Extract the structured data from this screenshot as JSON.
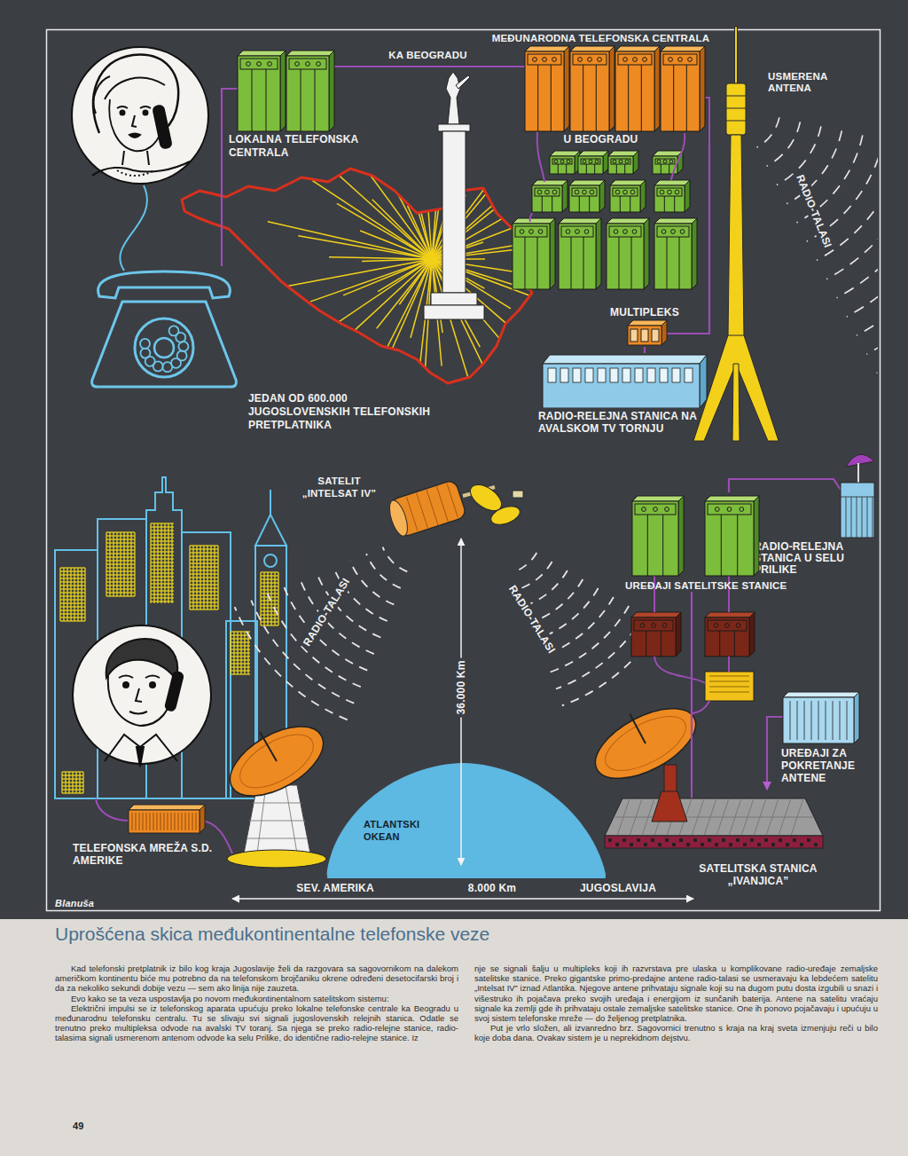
{
  "diagram": {
    "caption": "Uprošćena skica međukontinentalne telefonske veze",
    "nodes": [
      {
        "text": [
          "LOKALNA TELEFONSKA CENTRALA"
        ]
      },
      {
        "text": [
          "MEĐUNARODNA TELEFONSKA CENTRALA",
          "U BEOGRADU"
        ]
      },
      {
        "text": [
          "JEDAN OD 600.000 JUGOSLOVENSKIH TELEFONSKIH PRETPLATNIKA"
        ]
      },
      {
        "text": [
          "MULTIPLEKS"
        ]
      },
      {
        "text": [
          "RADIO-RELEJNA STANICA NA AVALSKOM TV TORNJU"
        ]
      },
      {
        "text": [
          "SATELIT „INTELSAT IV”"
        ]
      },
      {
        "text": [
          "RADIO-RELEJNA STANICA U SELU PRILIKE"
        ]
      },
      {
        "text": [
          "UREĐAJI SATELITSKE STANICE"
        ]
      },
      {
        "text": [
          "UREĐAJI ZA POKRETANJE ANTENE"
        ]
      },
      {
        "text": [
          "TELEFONSKA MREŽA S.D. AMERIKE"
        ]
      },
      {
        "text": [
          "SATELITSKA STANICA „IVANJICA”"
        ]
      }
    ],
    "edges": [
      {
        "from": 2,
        "to": 0,
        "arrow": "none"
      },
      {
        "from": 0,
        "to": 1,
        "label": "KA BEOGRADU",
        "arrow": "none"
      },
      {
        "from": 1,
        "to": 3,
        "arrow": "none"
      },
      {
        "from": 3,
        "to": 4,
        "arrow": "none"
      },
      {
        "from": 6,
        "to": 7,
        "arrow": "none"
      },
      {
        "from": 7,
        "to": 10,
        "arrow": "none"
      },
      {
        "from": 8,
        "to": 10,
        "arrow": "to"
      }
    ],
    "labels": [
      "USMERENA ANTENA",
      "RADIO-TALASI",
      "RADIO-TALASI",
      "36.000 Km",
      "RADIO-TALASI",
      "ATLANTSKI OKEAN",
      "SEV. AMERIKA",
      "8.000 Km",
      "JUGOSLAVIJA",
      "Blanuša",
      "Kad telefonski pretplatnik iz bilo kog kraja Jugoslavije želi da razgovara sa sagovornikom na dalekom američkom kontinentu biće mu potrebno da na telefonskom brojčaniku okrene određeni desetocifarski broj i da za nekoliko sekundi dobije vezu — sem ako linija nije zauzeta.",
      "Evo kako se ta veza uspostavlja po novom međukontinentalnom satelitskom sistemu:",
      "Električni impulsi se iz telefonskog aparata upućuju preko lokalne telefonske centrale ka Beogradu u međunarodnu telefonsku centralu. Tu se slivaju svi signali jugoslovenskih relejnih stanica. Odatle se trenutno preko multipleksa odvode na avalski TV toranj. Sa njega se preko radio-relejne stanice, radio-talasima signali usmerenom antenom odvode ka selu Prilike, do identične radio-relejne stanice. Iz",
      "nje se signali šalju u multipleks koji ih razvrstava pre ulaska u komplikovane radio-uređaje zemaljske satelitske stanice. Preko gigantske primo-predajne antene radio-talasi se usmeravaju ka lebdećem satelitu „Intelsat IV” iznad Atlantika. Njegove antene prihvataju signale koji su na dugom putu dosta izgubili u snazi i višestruko ih pojačava preko svojih uređaja i energijom iz sunčanih baterija. Antene na satelitu vraćaju signale ka zemlji gde ih prihvataju ostale zemaljske satelitske stanice. One ih ponovo pojačavaju i upućuju u svoj sistem telefonske mreže — do željenog pretplatnika.",
      "Put je vrlo složen, ali izvanredno brz. Sagovornici trenutno s kraja na kraj sveta izmenjuju reči u bilo koje doba dana. Ovakav sistem je u neprekidnom dejstvu.",
      "49"
    ]
  }
}
